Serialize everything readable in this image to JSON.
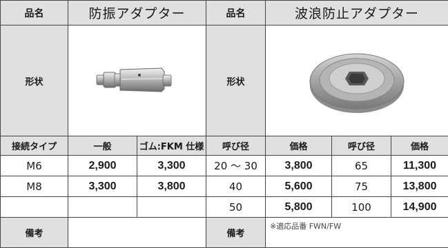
{
  "header": {
    "left_label": "品名",
    "left_product": "防振アダプター",
    "right_label": "品名",
    "right_product": "波浪防止アダプター"
  },
  "shape_row": {
    "left_label": "形状",
    "right_label": "形状",
    "left_image_icon": "vibration-adapter-fitting-icon",
    "right_image_icon": "wave-prevention-adapter-disc-icon"
  },
  "subheader": {
    "connection_type": "接続タイプ",
    "general": "一般",
    "rubber": "ゴム:FKM 仕様",
    "nominal_1": "呼び径",
    "price_1": "価格",
    "nominal_2": "呼び径",
    "price_2": "価格"
  },
  "rows": [
    {
      "type": "M6",
      "general": "2,900",
      "rubber": "3,300",
      "nominal_1": "20 ～ 30",
      "price_1": "3,800",
      "nominal_2": "65",
      "price_2": "11,300"
    },
    {
      "type": "M8",
      "general": "3,300",
      "rubber": "3,800",
      "nominal_1": "40",
      "price_1": "5,600",
      "nominal_2": "75",
      "price_2": "13,800"
    },
    {
      "type": "",
      "general": "",
      "rubber": "",
      "nominal_1": "50",
      "price_1": "5,800",
      "nominal_2": "100",
      "price_2": "14,900"
    }
  ],
  "remarks": {
    "left_label": "備考",
    "right_label": "備考",
    "note": "※適応品番 FWN/FW"
  },
  "colors": {
    "header_bg": "#e0e0e0",
    "border": "#444444"
  }
}
